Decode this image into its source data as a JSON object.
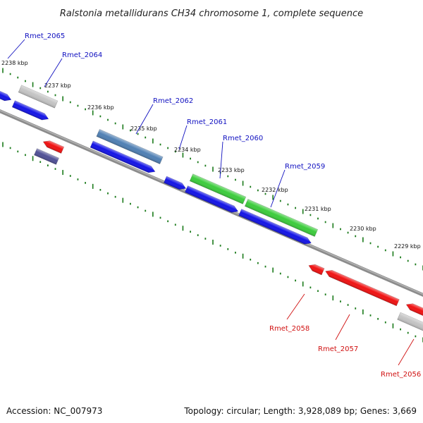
{
  "title": "Ralstonia metallidurans CH34 chromosome 1, complete sequence",
  "accession": "Accession: NC_007973",
  "summary": "Topology: circular; Length: 3,928,089 bp; Genes: 3,669",
  "colors": {
    "backbone": "#8c8c8c",
    "ticks": "#1a7a1a",
    "forward_label": "#1010c0",
    "reverse_label": "#d01010",
    "cds_blue": "#1414e6",
    "gene_red": "#f01212",
    "gene_grey": "#c4c4c4",
    "gene_steel": "#5080b4",
    "gene_green": "#3ccc3c",
    "gene_indigo": "#505096"
  },
  "tick_labels": [
    "2238 kbp",
    "2237 kbp",
    "2236 kbp",
    "2235 kbp",
    "2234 kbp",
    "2233 kbp",
    "2232 kbp",
    "2231 kbp",
    "2230 kbp",
    "2229 kbp"
  ],
  "gene_labels": {
    "forward": [
      "Rmet_2065",
      "Rmet_2064",
      "Rmet_2062",
      "Rmet_2061",
      "Rmet_2060",
      "Rmet_2059"
    ],
    "reverse": [
      "Rmet_2058",
      "Rmet_2057",
      "Rmet_2056"
    ]
  }
}
